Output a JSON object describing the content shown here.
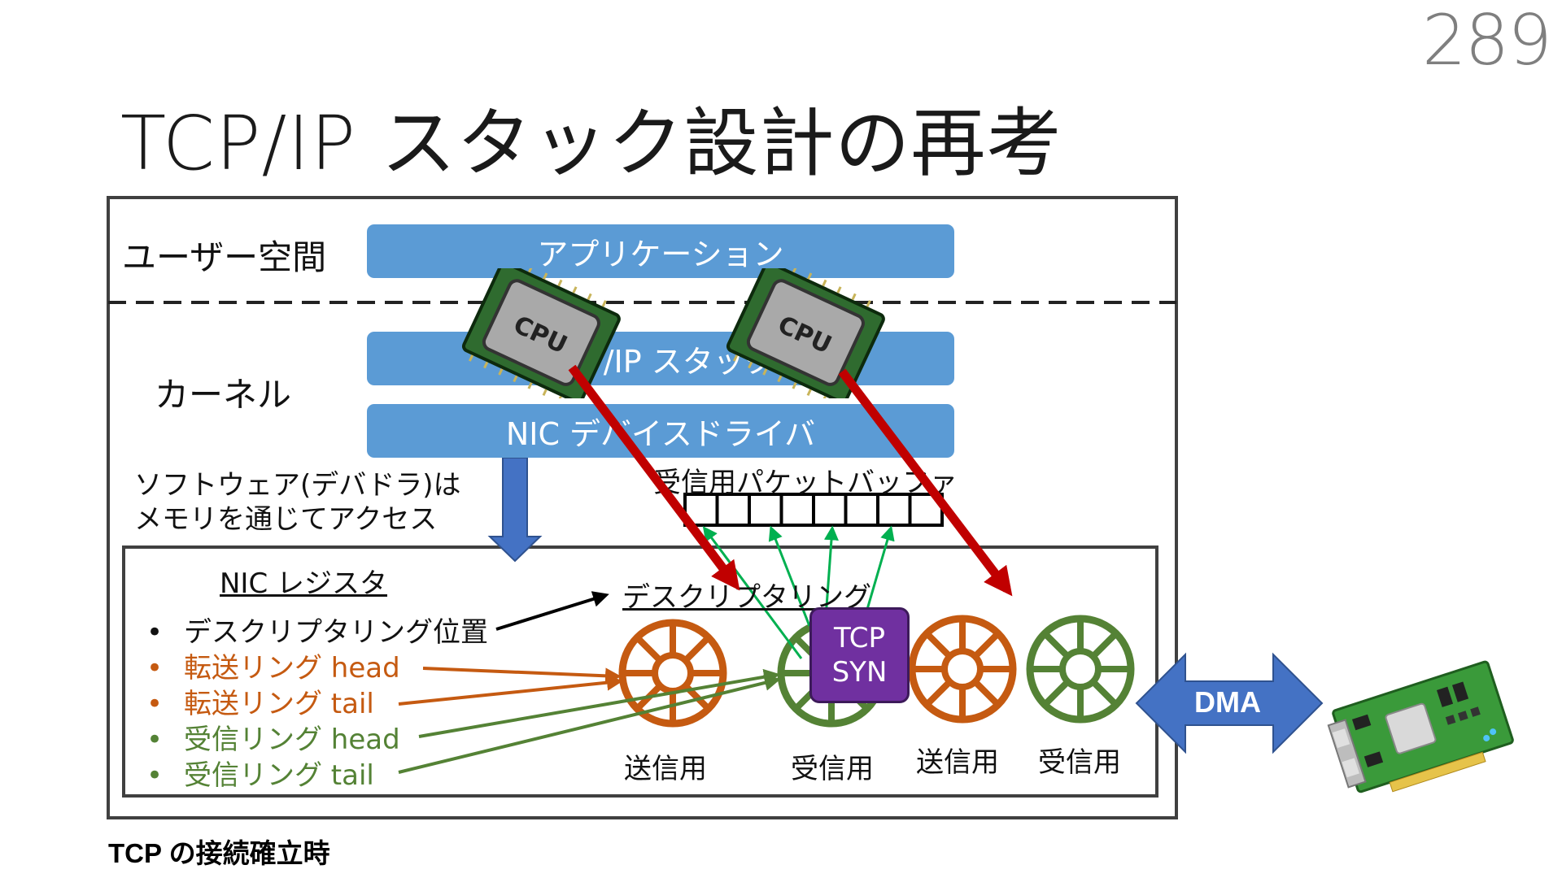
{
  "page_number": "289",
  "title": "TCP/IP スタック設計の再考",
  "user_space": {
    "label": "ユーザー空間",
    "app_bar": "アプリケーション"
  },
  "kernel": {
    "label": "カーネル",
    "stack_bar": "TCP/IP スタック",
    "driver_bar": "NIC デバイスドライバ"
  },
  "memory_note": {
    "line1": "ソフトウェア(デバドラ)は",
    "line2": "メモリを通じてアクセス"
  },
  "packet_buffer": {
    "label": "受信用パケットバッファ",
    "cells": 8
  },
  "cpu_chips": [
    {
      "label": "CPU"
    },
    {
      "label": "CPU"
    }
  ],
  "nic_panel": {
    "registers_heading": "NIC レジスタ",
    "registers": [
      {
        "bullet": "•",
        "text": "デスクリプタリング位置",
        "color": "#111111"
      },
      {
        "bullet": "•",
        "text": "転送リング head",
        "color": "#c55a11"
      },
      {
        "bullet": "•",
        "text": "転送リング tail",
        "color": "#c55a11"
      },
      {
        "bullet": "•",
        "text": "受信リング head",
        "color": "#548235"
      },
      {
        "bullet": "•",
        "text": "受信リング tail",
        "color": "#548235"
      }
    ],
    "descriptor_ring_label": "デスクリプタリング",
    "rings": [
      {
        "label": "送信用",
        "color": "#c55a11"
      },
      {
        "label": "受信用",
        "color": "#548235"
      },
      {
        "label": "送信用",
        "color": "#c55a11"
      },
      {
        "label": "受信用",
        "color": "#548235"
      }
    ],
    "tcp_syn": {
      "line1": "TCP",
      "line2": "SYN",
      "color": "#7030a0"
    }
  },
  "dma_label": "DMA",
  "caption": "TCP の接続確立時",
  "colors": {
    "bar_blue": "#5b9bd5",
    "arrow_blue": "#4472c4",
    "cpu_arrow_red": "#c00000",
    "buffer_arrow_green": "#00b050",
    "tx_orange": "#c55a11",
    "rx_green": "#548235"
  },
  "icons": [
    "cpu-chip-icon",
    "nic-card-icon"
  ]
}
